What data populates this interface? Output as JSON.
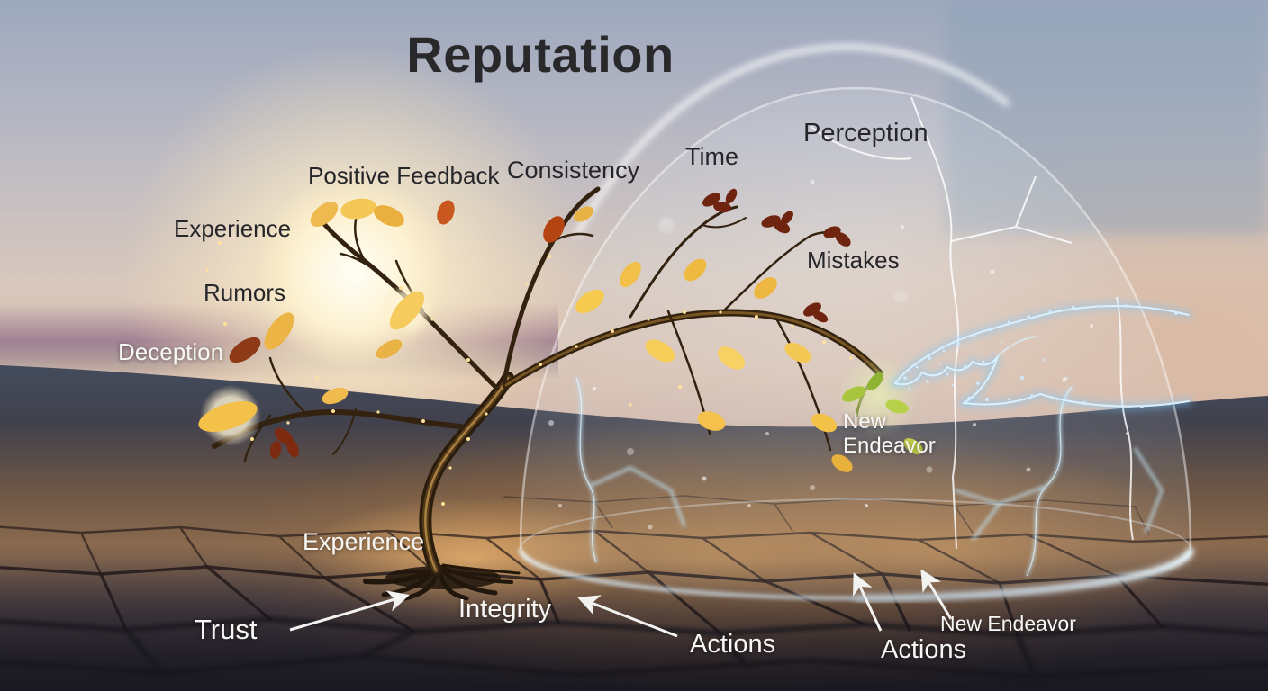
{
  "title": "Reputation",
  "scene": {
    "labels": {
      "perception": "Perception",
      "time": "Time",
      "consistency": "Consistency",
      "positive_feedback": "Positive Feedback",
      "experience_upper": "Experience",
      "rumors": "Rumors",
      "deception": "Deception",
      "mistakes": "Mistakes",
      "new_endeavor_branch_line1": "New",
      "new_endeavor_branch_line2": "Endeavor",
      "experience_ground": "Experience",
      "trust": "Trust",
      "integrity": "Integrity",
      "actions_center": "Actions",
      "actions_right": "Actions",
      "new_endeavor_ground": "New Endeavor"
    },
    "colors": {
      "sky_top": "#9fa9bf",
      "sunset_cream": "#f3e2c6",
      "horizon_purple": "#96738d",
      "sun_core": "#fffdf2",
      "ground_warm": "#9a7350",
      "ground_dark": "#2c2a34",
      "leaf_gold": "#f6c445",
      "leaf_red": "#8e3a16",
      "sprout_green": "#9cc23f",
      "dome_glass": "#dce9f2",
      "dome_rim": "#e8f6ff",
      "hand_cyan": "#a8dcf5",
      "label_dark": "#26262a",
      "label_light": "#f7f7f5",
      "arrow_white": "#f2f2f0"
    }
  }
}
